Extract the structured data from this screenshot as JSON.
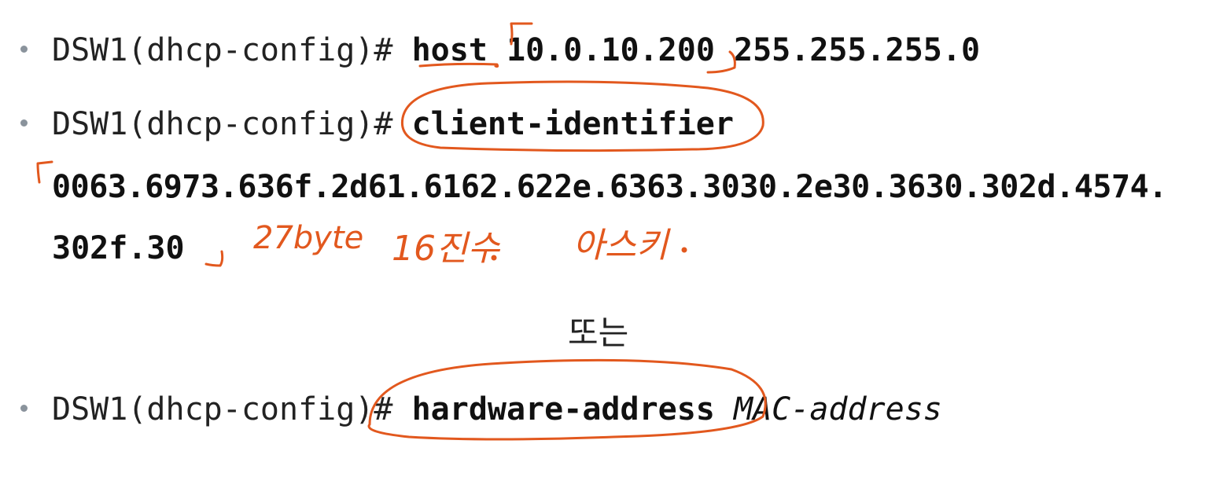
{
  "lines": [
    {
      "prompt": "DSW1(dhcp-config)#",
      "command": "host",
      "args": "10.0.10.200 255.255.255.0"
    },
    {
      "prompt": "DSW1(dhcp-config)#",
      "command": "client-identifier"
    },
    {
      "hex_line_1": "0063.6973.636f.2d61.6162.622e.6363.3030.2e30.3630.302d.4574.",
      "hex_line_2": "302f.30"
    },
    {
      "or_text": "또는"
    },
    {
      "prompt": "DSW1(dhcp-config)#",
      "command": "hardware-address",
      "param": "MAC-address"
    }
  ],
  "annotations": {
    "note_bytes": "27byte",
    "note_hex": "16진수",
    "note_ascii": "아스키",
    "ink_color": "#e2581e"
  }
}
